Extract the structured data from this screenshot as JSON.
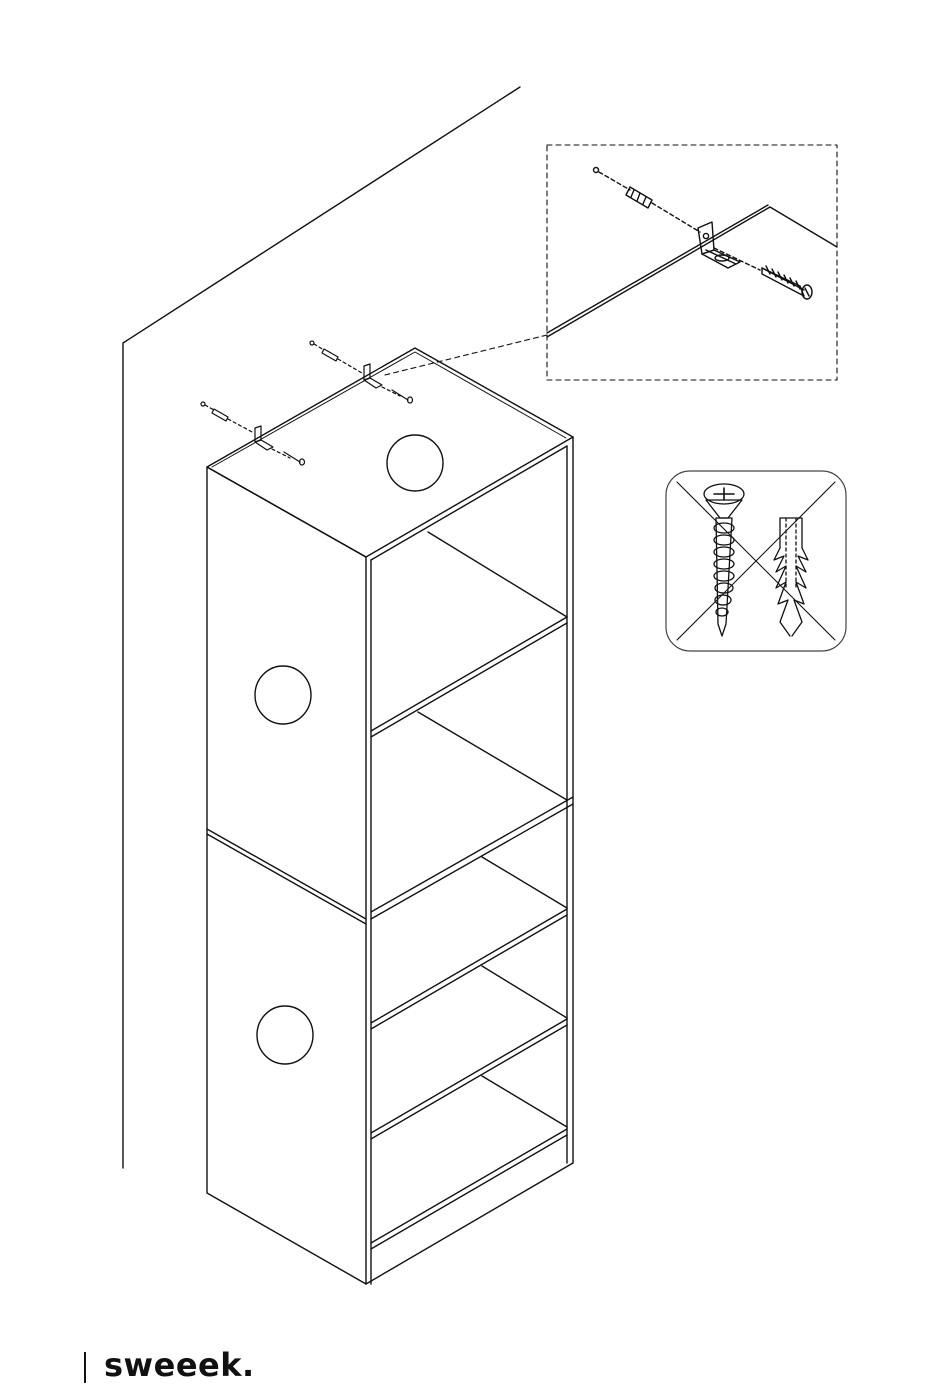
{
  "brand": {
    "name": "sweeek."
  },
  "figure": {
    "subject": "wall-fixing-of-stacked-shelf-cabinets",
    "detail_callout": "bracket-anchor-screw-detail",
    "warning_panel": "no-screws-or-plugs-supplied"
  },
  "colors": {
    "line": "#111111",
    "background": "#ffffff",
    "panel_border": "#444444"
  }
}
